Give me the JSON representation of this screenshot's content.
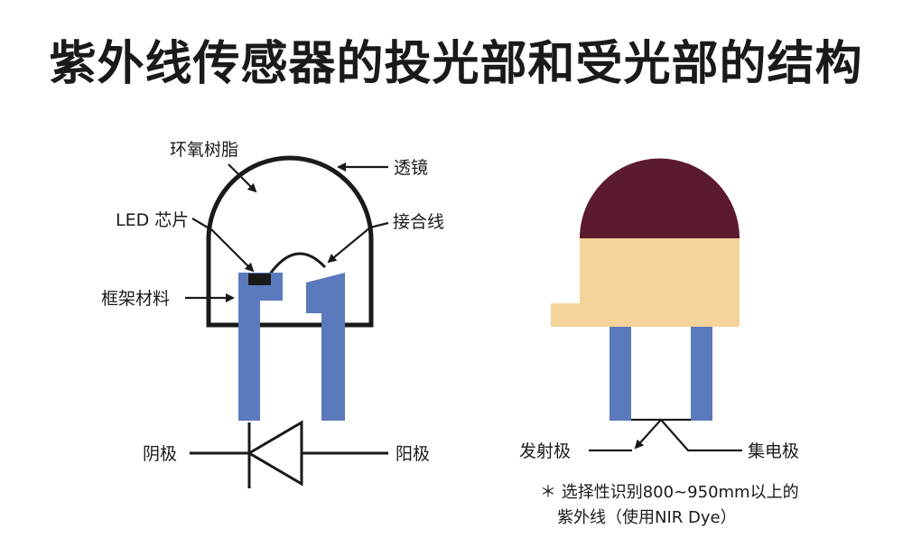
{
  "title": "紫外线传感器的投光部和受光部的结构",
  "emitter": {
    "labels": {
      "epoxy": "环氧树脂",
      "lens": "透镜",
      "led_chip": "LED 芯片",
      "bond_wire": "接合线",
      "lead_frame": "框架材料",
      "cathode": "阴极",
      "anode": "阳极"
    }
  },
  "receiver": {
    "labels": {
      "emitter": "发射极",
      "collector": "集电极"
    },
    "note_line1": "＊ 选择性识别800~950mm以上的",
    "note_line2": "紫外线（使用NIR Dye）"
  },
  "colors": {
    "lead": "#5b79bd",
    "dome": "#5c1a2e",
    "body": "#f4d49a",
    "chip": "#1a1a1a",
    "outline": "#1a1a1a"
  }
}
